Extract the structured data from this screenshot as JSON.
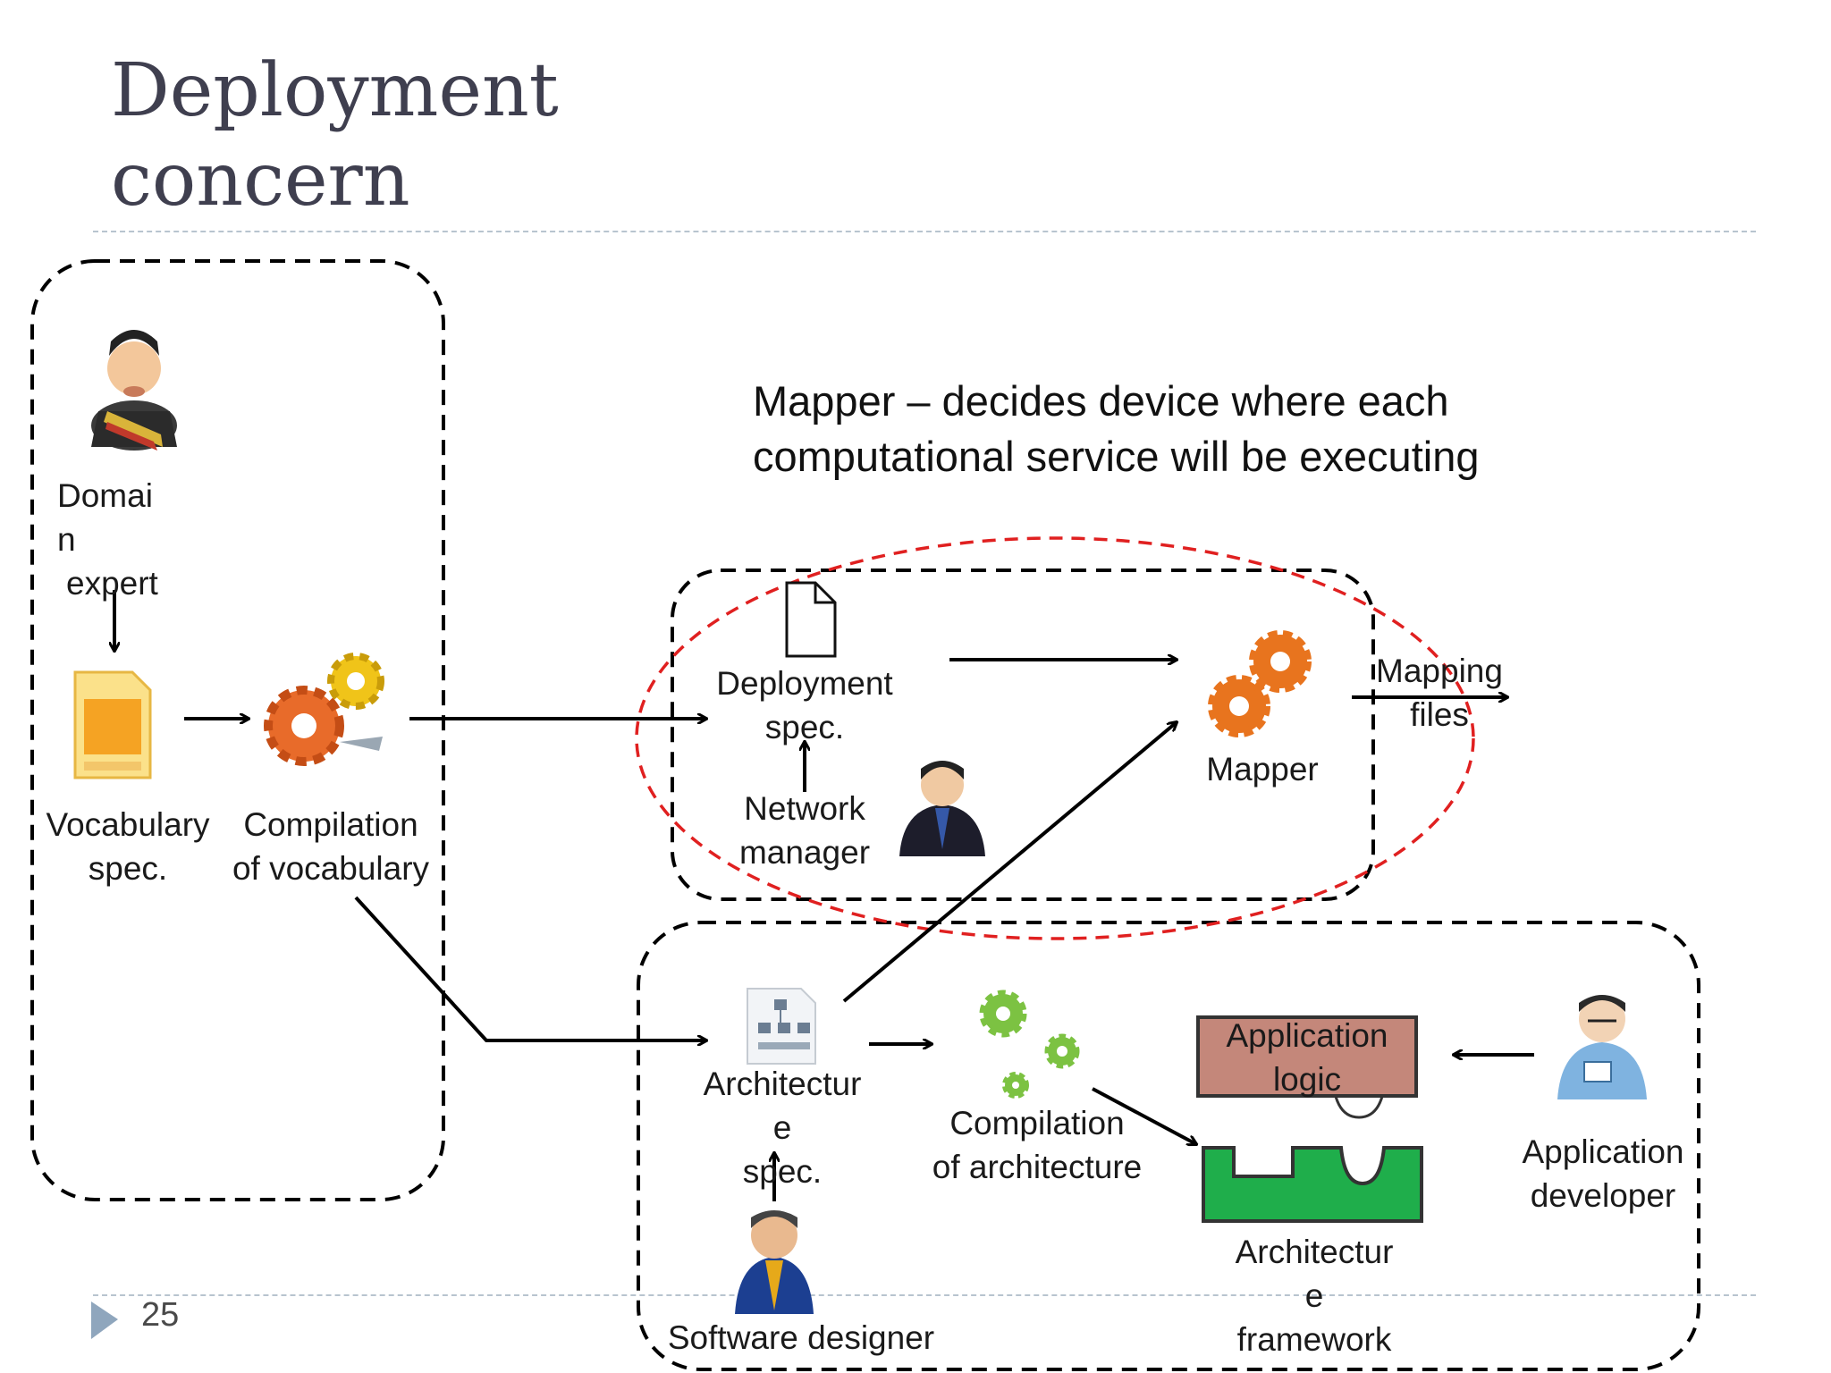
{
  "slide": {
    "title_line1": "Deployment",
    "title_line2": "concern",
    "number": "25",
    "callout": "Mapper – decides device where each computational service will be executing"
  },
  "nodes": {
    "domain_expert": [
      "Domai",
      "n",
      "expert"
    ],
    "vocabulary_spec": [
      "Vocabulary",
      "spec."
    ],
    "compilation_vocabulary": [
      "Compilation",
      "of  vocabulary"
    ],
    "deployment_spec": [
      "Deployment",
      "spec."
    ],
    "network_manager": [
      "Network",
      "manager"
    ],
    "mapper": "Mapper",
    "mapping_files": [
      "Mapping",
      "files"
    ],
    "architecture_spec": [
      "Architectur",
      "e",
      "spec."
    ],
    "software_designer": "Software  designer",
    "compilation_architecture": [
      "Compilation",
      "of architecture"
    ],
    "application_logic": [
      "Application",
      "logic"
    ],
    "architecture_framework": [
      "Architectur",
      "e",
      "framework"
    ],
    "application_developer": [
      "Application",
      "developer"
    ]
  },
  "icons": {
    "domain_expert": "person-with-sash-icon",
    "vocabulary_spec": "document-orange-icon",
    "compilation_vocabulary": "gears-icon",
    "deployment_spec": "document-icon",
    "network_manager": "person-suit-icon",
    "mapper": "gears-orange-icon",
    "architecture_spec": "diagram-document-icon",
    "compilation_architecture": "gears-green-icon",
    "software_designer": "person-suit-icon",
    "application_developer": "developer-person-icon"
  },
  "colors": {
    "highlight_ellipse": "#e02020",
    "application_logic_fill": "#c4877a",
    "framework_fill": "#1fae4b",
    "mapper_gear": "#e8741e",
    "arch_gear": "#7cc242"
  }
}
